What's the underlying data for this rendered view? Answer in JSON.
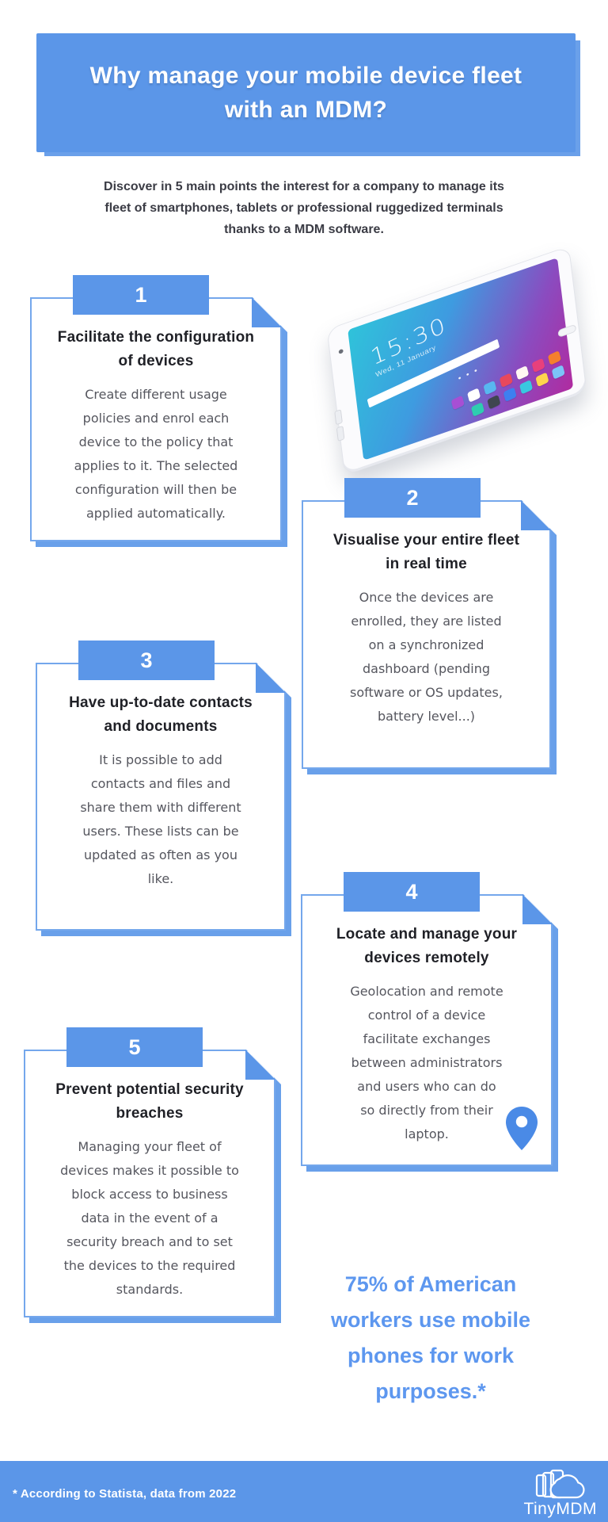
{
  "colors": {
    "accent": "#5b96e8",
    "card_border": "#74a7ec",
    "card_shadow": "#69a0ea",
    "heading_text": "#1f2026",
    "body_text": "#55565e",
    "stat_text": "#5d97ef",
    "pin_blue": "#4a8ae6"
  },
  "header": {
    "title": "Why manage your mobile device fleet\nwith an MDM?"
  },
  "intro": "Discover in 5 main points the interest for a company to manage its\nfleet of smartphones, tablets or professional ruggedized terminals\nthanks to a MDM software.",
  "cards": [
    {
      "number": "1",
      "title": "Facilitate the configuration\nof devices",
      "body": "Create different usage\npolicies and enrol each\ndevice to the policy that\napplies to it. The selected\nconfiguration will then be\napplied automatically."
    },
    {
      "number": "2",
      "title": "Visualise your entire fleet\nin real time",
      "body": "Once the devices are\nenrolled, they are listed\non a synchronized\ndashboard (pending\nsoftware or OS updates,\nbattery level...)"
    },
    {
      "number": "3",
      "title": "Have up-to-date contacts\nand documents",
      "body": "It is possible to add\ncontacts and files and\nshare them with different\nusers. These lists can be\nupdated as often as you\nlike."
    },
    {
      "number": "4",
      "title": "Locate and manage your\ndevices remotely",
      "body": "Geolocation and remote\ncontrol of a device\nfacilitate exchanges\nbetween administrators\nand users who can do\nso directly from their\nlaptop."
    },
    {
      "number": "5",
      "title": "Prevent potential security\nbreaches",
      "body": "Managing your fleet of\ndevices makes it possible to\nblock access to business\ndata in the event of a\nsecurity breach and to set\nthe devices to the required\nstandards."
    }
  ],
  "tablet": {
    "clock": "15:30",
    "date": "Wed, 11 January",
    "dots": "• • •",
    "app_icon_colors": [
      "#a74fd4",
      "#ffffff",
      "#58b7f0",
      "#e8485c",
      "#fff6f2",
      "#e8407c",
      "#f57f2d",
      "#2ecdb0",
      "#3f4650",
      "#3d7ff0",
      "#39c8e0",
      "#ffd44d",
      "#7cc4f8"
    ]
  },
  "stat": "75% of American\nworkers use mobile\nphones for work\npurposes.*",
  "footer": {
    "note": "* According to Statista, data from 2022",
    "brand": "TinyMDM"
  }
}
